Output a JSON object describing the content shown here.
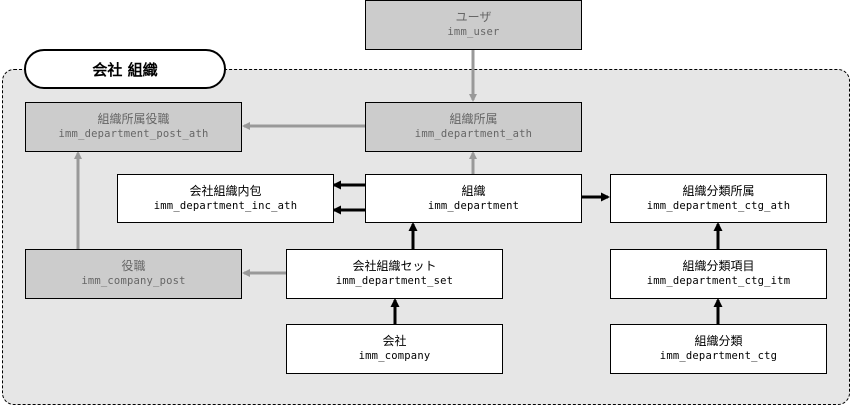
{
  "group": {
    "title": "会社 組織"
  },
  "tables": {
    "user": {
      "jp": "ユーザ",
      "en": "imm_user",
      "style": "external"
    },
    "department_post_ath": {
      "jp": "組織所属役職",
      "en": "imm_department_post_ath",
      "style": "external"
    },
    "department_ath": {
      "jp": "組織所属",
      "en": "imm_department_ath",
      "style": "external"
    },
    "department_inc_ath": {
      "jp": "会社組織内包",
      "en": "imm_department_inc_ath",
      "style": "internal"
    },
    "department": {
      "jp": "組織",
      "en": "imm_department",
      "style": "internal"
    },
    "department_ctg_ath": {
      "jp": "組織分類所属",
      "en": "imm_department_ctg_ath",
      "style": "internal"
    },
    "company_post": {
      "jp": "役職",
      "en": "imm_company_post",
      "style": "external"
    },
    "department_set": {
      "jp": "会社組織セット",
      "en": "imm_department_set",
      "style": "internal"
    },
    "department_ctg_itm": {
      "jp": "組織分類項目",
      "en": "imm_department_ctg_itm",
      "style": "internal"
    },
    "company": {
      "jp": "会社",
      "en": "imm_company",
      "style": "internal"
    },
    "department_ctg": {
      "jp": "組織分類",
      "en": "imm_department_ctg",
      "style": "internal"
    }
  },
  "relations": [
    {
      "from": "user",
      "to": "department_ath",
      "style": "external"
    },
    {
      "from": "department_ath",
      "to": "department_post_ath",
      "style": "external"
    },
    {
      "from": "department",
      "to": "department_ath",
      "style": "external"
    },
    {
      "from": "company_post",
      "to": "department_post_ath",
      "style": "external"
    },
    {
      "from": "department_set",
      "to": "company_post",
      "style": "external"
    },
    {
      "from": "department",
      "to": "department_inc_ath",
      "style": "internal"
    },
    {
      "from": "department",
      "to": "department_inc_ath",
      "style": "internal"
    },
    {
      "from": "department",
      "to": "department_ctg_ath",
      "style": "internal"
    },
    {
      "from": "department_set",
      "to": "department",
      "style": "internal"
    },
    {
      "from": "company",
      "to": "department_set",
      "style": "internal"
    },
    {
      "from": "department_ctg_itm",
      "to": "department_ctg_ath",
      "style": "internal"
    },
    {
      "from": "department_ctg",
      "to": "department_ctg_itm",
      "style": "internal"
    }
  ],
  "colors": {
    "external_fill": "#cccccc",
    "external_text": "#666666",
    "external_line": "#999999",
    "internal_line": "#000000",
    "group_fill": "#e6e6e6"
  }
}
